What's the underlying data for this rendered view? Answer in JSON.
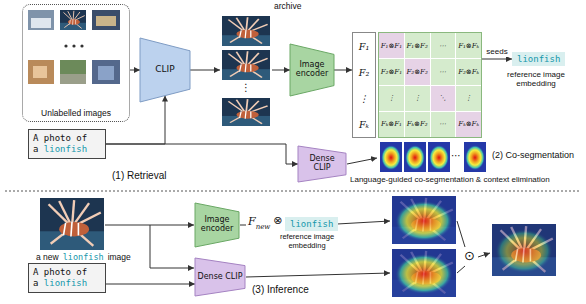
{
  "diagram": {
    "nodes": [
      {
        "text": [
          "Unlabelled images"
        ]
      },
      {
        "text": [
          "A photo of a",
          "lionfish"
        ]
      },
      {
        "text": [
          "CLIP"
        ]
      },
      {
        "text": [
          "archive"
        ]
      },
      {
        "text": [
          "Image encoder"
        ]
      },
      {
        "text": [
          "F₁",
          "F₂",
          "⋮",
          "Fₖ"
        ]
      },
      {
        "text": [
          "F₁⊗F₁",
          "F₁⊗F₂",
          "⋯",
          "F₁⊗Fₖ",
          "F₂⊗F₁",
          "F₂⊗F₂",
          "⋯",
          "F₂⊗Fₖ",
          "⋮",
          "⋮",
          "⋱",
          "⋮",
          "Fₖ⊗F₁",
          "Fₖ⊗F₂",
          "⋯",
          "Fₖ⊗Fₖ"
        ]
      },
      {
        "text": [
          "lionfish"
        ]
      },
      {
        "text": [
          "Dense CLIP"
        ]
      },
      {
        "text": [
          "A photo of a",
          "lionfish"
        ]
      },
      {
        "text": [
          "Image encoder"
        ]
      },
      {
        "text": [
          "Dense CLIP"
        ]
      },
      {
        "text": [
          "lionfish"
        ]
      }
    ],
    "edges": [
      {
        "from": 0,
        "to": 2,
        "arrow": "to"
      },
      {
        "from": 1,
        "to": 2,
        "arrow": "to"
      },
      {
        "from": 1,
        "to": 8,
        "arrow": "to"
      },
      {
        "from": 2,
        "to": 3,
        "arrow": "to"
      },
      {
        "from": 3,
        "to": 4,
        "arrow": "to"
      },
      {
        "from": 4,
        "to": 5,
        "arrow": "to"
      },
      {
        "from": 6,
        "to": 7,
        "label": "seeds",
        "arrow": "to"
      },
      {
        "from": 9,
        "to": 11,
        "arrow": "to"
      }
    ],
    "labels": [
      "(1) Retrieval",
      "reference image embedding",
      "Language-guided co-segmentation & context elimination",
      "(2) Co-segmentation",
      "a new",
      "lionfish",
      "image",
      "F",
      "new",
      "⊗",
      "reference image embedding",
      "⊙",
      "(3) Inference",
      "⋯",
      "⋮"
    ]
  }
}
